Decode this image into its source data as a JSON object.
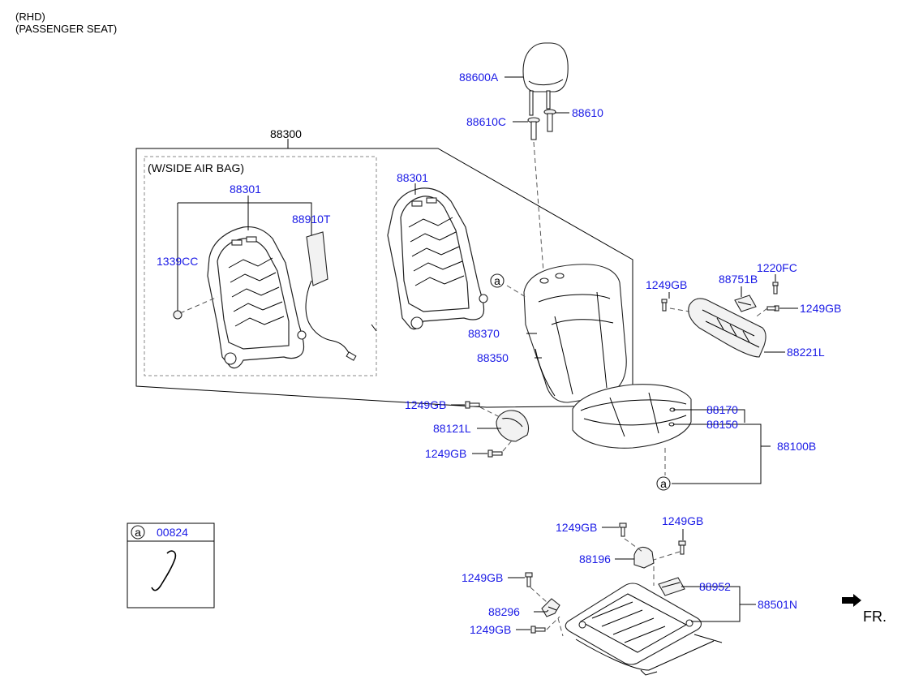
{
  "header": {
    "line1": "(RHD)",
    "line2": "(PASSENGER SEAT)"
  },
  "labels": {
    "headrest": "88600A",
    "guide_left": "88610C",
    "guide_right": "88610",
    "back_assy": "88300",
    "side_airbag_note": "(W/SIDE AIR BAG)",
    "frame_airbag": "88301",
    "frame_std": "88301",
    "airbag_module": "88910T",
    "nut": "1339CC",
    "back_cover": "88370",
    "back_pad": "88350",
    "bolt_upper_left": "1249GB",
    "bolt_upper_right": "1249GB",
    "screw": "1220FC",
    "knob": "88751B",
    "shield_right": "88221L",
    "bolt_shield_front_top": "1249GB",
    "shield_front": "88121L",
    "bolt_shield_front_bottom": "1249GB",
    "cushion_cover": "88170",
    "cushion_pad": "88150",
    "cushion_assy": "88100B",
    "bolt_track_1": "1249GB",
    "bolt_track_2": "1249GB",
    "bracket_88196": "88196",
    "bolt_track_3": "1249GB",
    "module_88952": "88952",
    "track_assy": "88501N",
    "bracket_88296": "88296",
    "bolt_track_4": "1249GB",
    "front_indicator": "FR."
  },
  "callouts": {
    "back_ref": "a",
    "cushion_ref": "a"
  },
  "legend": {
    "ref": "a",
    "part": "00824"
  },
  "colors": {
    "part_number": "#1a1ae6",
    "line": "#000000"
  }
}
